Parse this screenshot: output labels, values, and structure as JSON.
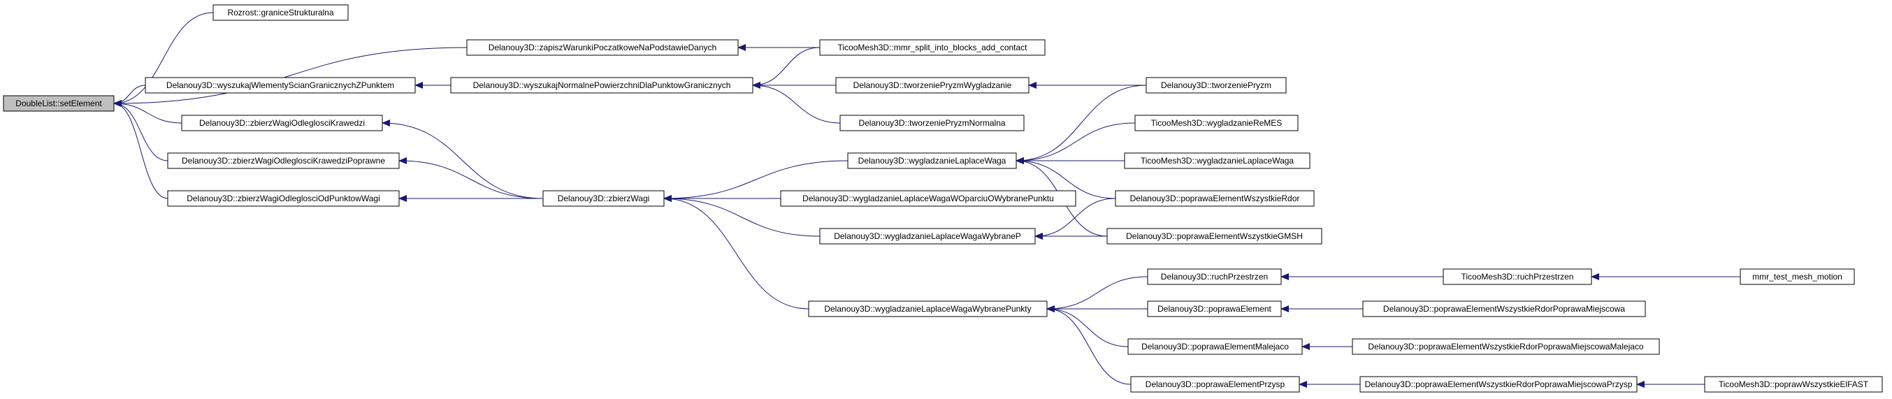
{
  "diagram": {
    "type": "call-graph",
    "edge_color": "#191970",
    "root_fill": "#bfbfbf",
    "nodes": [
      {
        "id": "n0",
        "label": "DoubleList::setElement",
        "root": true
      },
      {
        "id": "n1",
        "label": "Rozrost::graniceStrukturalna"
      },
      {
        "id": "n2",
        "label": "Delanouy3D::zapiszWarunkiPoczatkoweNaPodstawieDanych"
      },
      {
        "id": "n3",
        "label": "TicooMesh3D::mmr_split_into_blocks_add_contact"
      },
      {
        "id": "n4",
        "label": "Delanouy3D::wyszukajWlementyScianGranicznychZPunktem"
      },
      {
        "id": "n5",
        "label": "Delanouy3D::wyszukajNormalnePowierzchniDlaPunktowGranicznych"
      },
      {
        "id": "n6",
        "label": "Delanouy3D::tworzeniePryzmWygladzanie"
      },
      {
        "id": "n7",
        "label": "Delanouy3D::tworzeniePryzm"
      },
      {
        "id": "n8",
        "label": "Delanouy3D::tworzeniePryzmNormalna"
      },
      {
        "id": "n9",
        "label": "Delanouy3D::zbierzWagiOdleglosciKrawedzi"
      },
      {
        "id": "n10",
        "label": "Delanouy3D::zbierzWagiOdleglosciKrawedziPoprawne"
      },
      {
        "id": "n11",
        "label": "Delanouy3D::zbierzWagiOdleglosciOdPunktowWagi"
      },
      {
        "id": "n12",
        "label": "Delanouy3D::zbierzWagi"
      },
      {
        "id": "n13",
        "label": "Delanouy3D::wygladzanieLaplaceWaga"
      },
      {
        "id": "n14",
        "label": "TicooMesh3D::wygladzanieReMES"
      },
      {
        "id": "n15",
        "label": "TicooMesh3D::wygladzanieLaplaceWaga"
      },
      {
        "id": "n16",
        "label": "Delanouy3D::wygladzanieLaplaceWagaWOparciuOWybranePunktu"
      },
      {
        "id": "n17",
        "label": "Delanouy3D::poprawaElementWszystkieRdor"
      },
      {
        "id": "n18",
        "label": "Delanouy3D::wygladzanieLaplaceWagaWybraneP"
      },
      {
        "id": "n19",
        "label": "Delanouy3D::poprawaElementWszystkieGMSH"
      },
      {
        "id": "n20",
        "label": "Delanouy3D::wygladzanieLaplaceWagaWybranePunkty"
      },
      {
        "id": "n21",
        "label": "Delanouy3D::ruchPrzestrzen"
      },
      {
        "id": "n22",
        "label": "TicooMesh3D::ruchPrzestrzen"
      },
      {
        "id": "n23",
        "label": "mmr_test_mesh_motion"
      },
      {
        "id": "n24",
        "label": "Delanouy3D::poprawaElement"
      },
      {
        "id": "n25",
        "label": "Delanouy3D::poprawaElementWszystkieRdorPoprawaMiejscowa"
      },
      {
        "id": "n26",
        "label": "Delanouy3D::poprawaElementMalejaco"
      },
      {
        "id": "n27",
        "label": "Delanouy3D::poprawaElementWszystkieRdorPoprawaMiejscowaMalejaco"
      },
      {
        "id": "n28",
        "label": "Delanouy3D::poprawaElementPrzysp"
      },
      {
        "id": "n29",
        "label": "Delanouy3D::poprawaElementWszystkieRdorPoprawaMiejscowaPrzysp"
      },
      {
        "id": "n30",
        "label": "TicooMesh3D::poprawWszystkieElFAST"
      }
    ],
    "edges": [
      [
        "n1",
        "n0"
      ],
      [
        "n2",
        "n0"
      ],
      [
        "n4",
        "n0"
      ],
      [
        "n9",
        "n0"
      ],
      [
        "n10",
        "n0"
      ],
      [
        "n11",
        "n0"
      ],
      [
        "n3",
        "n2"
      ],
      [
        "n5",
        "n4"
      ],
      [
        "n3",
        "n5"
      ],
      [
        "n6",
        "n5"
      ],
      [
        "n8",
        "n5"
      ],
      [
        "n7",
        "n6"
      ],
      [
        "n12",
        "n9"
      ],
      [
        "n12",
        "n10"
      ],
      [
        "n12",
        "n11"
      ],
      [
        "n13",
        "n12"
      ],
      [
        "n16",
        "n12"
      ],
      [
        "n18",
        "n12"
      ],
      [
        "n20",
        "n12"
      ],
      [
        "n7",
        "n13"
      ],
      [
        "n14",
        "n13"
      ],
      [
        "n15",
        "n13"
      ],
      [
        "n17",
        "n13"
      ],
      [
        "n19",
        "n13"
      ],
      [
        "n17",
        "n18"
      ],
      [
        "n19",
        "n18"
      ],
      [
        "n21",
        "n20"
      ],
      [
        "n24",
        "n20"
      ],
      [
        "n26",
        "n20"
      ],
      [
        "n28",
        "n20"
      ],
      [
        "n22",
        "n21"
      ],
      [
        "n23",
        "n22"
      ],
      [
        "n25",
        "n24"
      ],
      [
        "n27",
        "n26"
      ],
      [
        "n29",
        "n28"
      ],
      [
        "n30",
        "n29"
      ]
    ]
  }
}
